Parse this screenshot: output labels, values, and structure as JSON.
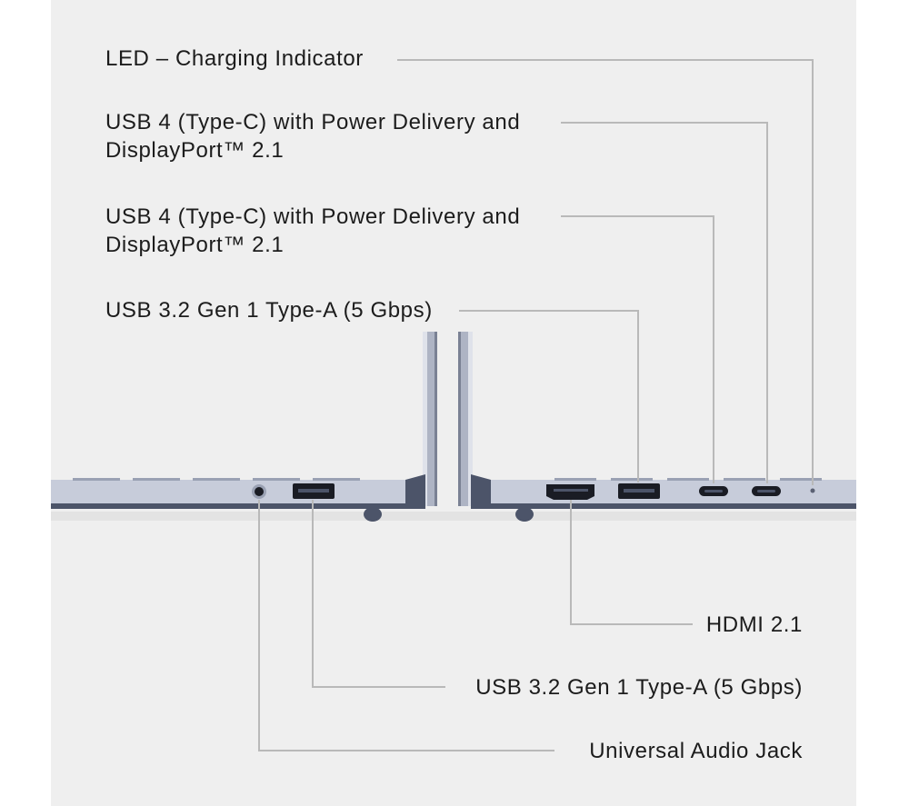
{
  "labels": {
    "led": "LED – Charging Indicator",
    "usb4_top_line1": "USB 4 (Type-C) with Power Delivery and",
    "usb4_top_line2": "DisplayPort™ 2.1",
    "usb4_bottom_line1": "USB 4 (Type-C) with Power Delivery and",
    "usb4_bottom_line2": "DisplayPort™ 2.1",
    "usb_a_right": "USB 3.2 Gen 1 Type-A (5 Gbps)",
    "hdmi": "HDMI 2.1",
    "usb_a_left": "USB 3.2 Gen 1 Type-A (5 Gbps)",
    "audio_jack": "Universal Audio Jack"
  },
  "colors": {
    "background_panel": "#efefef",
    "background_outer": "#ffffff",
    "laptop_body": "#c5cad8",
    "laptop_edge": "#4c5469",
    "port": "#1a1c24",
    "leader_line": "#b9b9b9",
    "text": "#1c1c1c"
  }
}
